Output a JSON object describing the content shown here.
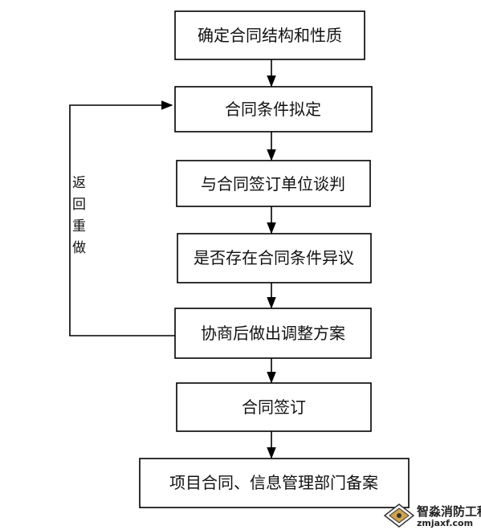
{
  "nodes": [
    {
      "id": "n1",
      "label": "确定合同结构和性质"
    },
    {
      "id": "n2",
      "label": "合同条件拟定"
    },
    {
      "id": "n3",
      "label": "与合同签订单位谈判"
    },
    {
      "id": "n4",
      "label": "是否存在合同条件异议"
    },
    {
      "id": "n5",
      "label": "协商后做出调整方案"
    },
    {
      "id": "n6",
      "label": "合同签订"
    },
    {
      "id": "n7",
      "label": "项目合同、信息管理部门备案"
    }
  ],
  "edges": [
    {
      "from": "n1",
      "to": "n2"
    },
    {
      "from": "n2",
      "to": "n3"
    },
    {
      "from": "n3",
      "to": "n4"
    },
    {
      "from": "n4",
      "to": "n5"
    },
    {
      "from": "n5",
      "to": "n6"
    },
    {
      "from": "n6",
      "to": "n7"
    },
    {
      "from": "n5",
      "to": "n2",
      "label_chars": [
        "返",
        "回",
        "重",
        "做"
      ]
    }
  ],
  "watermark": {
    "text": "智淼消防工程",
    "url": "zmjaxf.com"
  }
}
